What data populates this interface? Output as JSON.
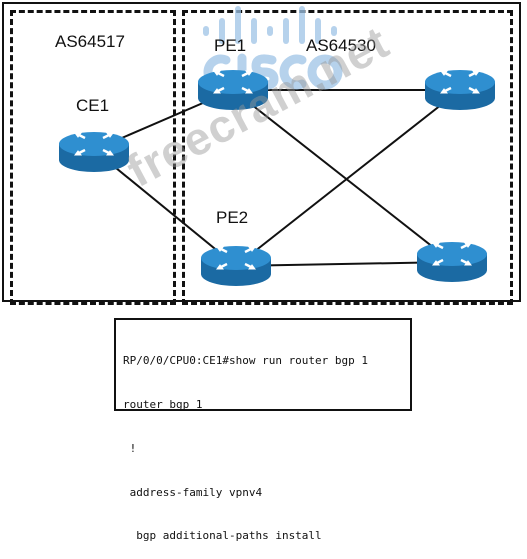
{
  "diagram": {
    "as_left_label": "AS64517",
    "as_right_label": "AS64530",
    "ce1_label": "CE1",
    "pe1_label": "PE1",
    "pe2_label": "PE2"
  },
  "watermark": {
    "logo_text": "CISCO",
    "site_text": "freecram.net"
  },
  "cli": {
    "lines": [
      "RP/0/0/CPU0:CE1#show run router bgp 1",
      "router bgp 1",
      " !",
      " address-family vpnv4",
      "  bgp additional-paths install"
    ]
  }
}
